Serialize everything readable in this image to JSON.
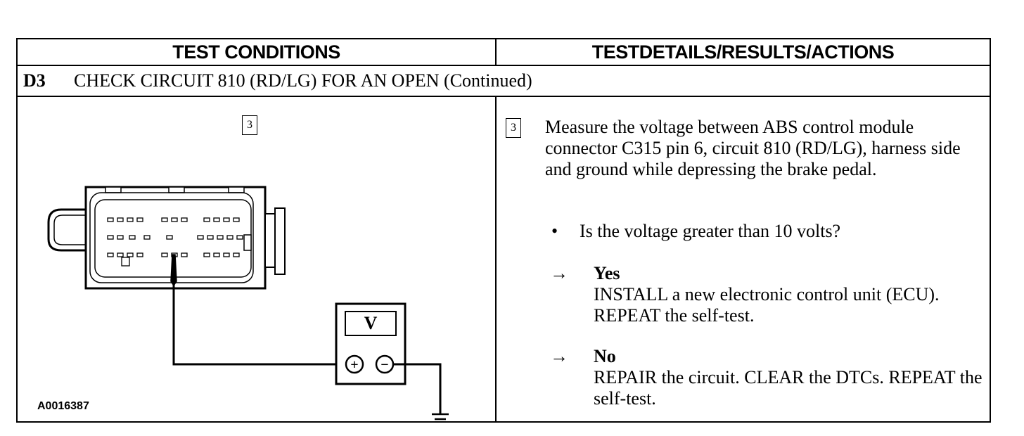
{
  "header": {
    "left": "TEST CONDITIONS",
    "right": "TESTDETAILS/RESULTS/ACTIONS"
  },
  "step": {
    "id": "D3",
    "title": "CHECK CIRCUIT 810 (RD/LG) FOR AN OPEN (Continued)"
  },
  "diagram": {
    "step_number": "3",
    "meter_label": "V",
    "plus_label": "+",
    "minus_label": "−",
    "figure_id": "A0016387"
  },
  "details": {
    "step_number": "3",
    "instruction": "Measure the voltage between ABS control module connector C315 pin 6, circuit 810 (RD/LG), harness side and ground while depressing the brake pedal.",
    "bullet_symbol": "•",
    "question": "Is the voltage greater than 10 volts?",
    "arrow_symbol": "→",
    "yes_label": "Yes",
    "yes_action": "INSTALL a new electronic control unit (ECU). REPEAT the self-test.",
    "no_label": "No",
    "no_action": "REPAIR the circuit. CLEAR the DTCs. REPEAT the self-test."
  }
}
